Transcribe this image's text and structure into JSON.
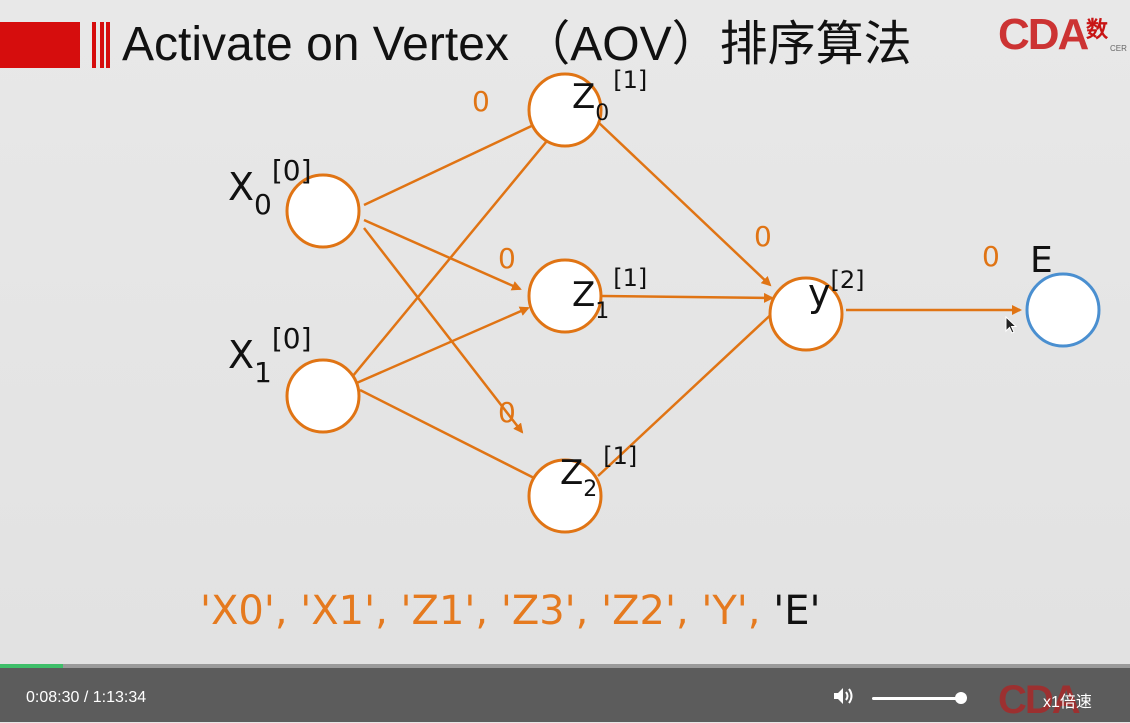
{
  "slide": {
    "title": "Activate on Vertex （AOV）排序算法",
    "logo_text": "CDA",
    "logo_cn": "数",
    "logo_sub": "CER"
  },
  "diagram": {
    "nodes": [
      {
        "id": "x0",
        "main": "X",
        "sub": "0",
        "sup": "[0]",
        "color": "#e07414"
      },
      {
        "id": "x1",
        "main": "X",
        "sub": "1",
        "sup": "[0]",
        "color": "#e07414"
      },
      {
        "id": "z0",
        "main": "Z",
        "sub": "0",
        "sup": "[1]",
        "color": "#e07414"
      },
      {
        "id": "z1",
        "main": "Z",
        "sub": "1",
        "sup": "[1]",
        "color": "#e07414"
      },
      {
        "id": "z2",
        "main": "Z",
        "sub": "2",
        "sup": "[1]",
        "color": "#e07414"
      },
      {
        "id": "y",
        "main": "y",
        "sub": "",
        "sup": "[2]",
        "color": "#e07414"
      },
      {
        "id": "e",
        "main": "E",
        "sub": "",
        "sup": "",
        "color": "#4a8fd0"
      }
    ],
    "edges": [
      {
        "from": "x0",
        "to": "z0"
      },
      {
        "from": "x0",
        "to": "z1"
      },
      {
        "from": "x0",
        "to": "z2"
      },
      {
        "from": "x1",
        "to": "z0"
      },
      {
        "from": "x1",
        "to": "z1"
      },
      {
        "from": "x1",
        "to": "z2"
      },
      {
        "from": "z0",
        "to": "y"
      },
      {
        "from": "z1",
        "to": "y"
      },
      {
        "from": "z2",
        "to": "y"
      },
      {
        "from": "y",
        "to": "e"
      }
    ],
    "edge_labels": [
      "0",
      "0",
      "0",
      "0",
      "0"
    ],
    "order": {
      "orange_part": "'X0', 'X1', 'Z1', 'Z3', 'Z2', 'Y', ",
      "black_part": "'E'"
    }
  },
  "player": {
    "current_time": "0:08:30",
    "separator": " / ",
    "duration": "1:13:34",
    "speed_label": "x1倍速",
    "progress_fraction": 0.056,
    "volume_fraction": 0.92,
    "accent_color": "#3fbf6a",
    "icons": [
      "volume-icon"
    ]
  }
}
